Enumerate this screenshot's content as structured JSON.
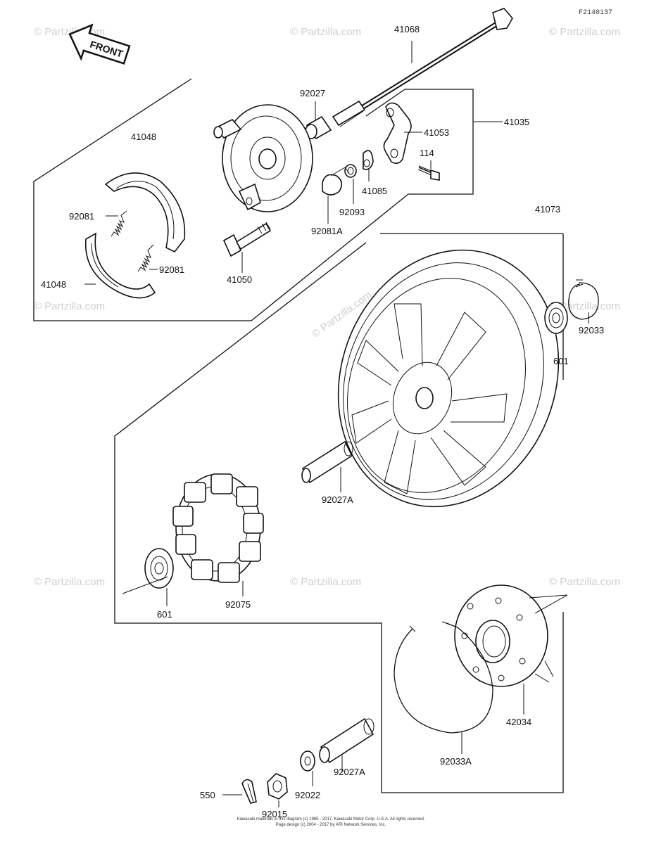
{
  "diagram_code": "F2140137",
  "front_label": "FRONT",
  "watermark": "© Partzilla.com",
  "copyright_line1": "Kawasaki materials in this diagram (c) 1985 - 2017, Kawasaki Motor Corp. U.S.A. All rights reserved.",
  "copyright_line2": "Page design (c) 2004 - 2017 by ARI Network Services, Inc.",
  "labels": {
    "p41068": "41068",
    "p92027": "92027",
    "p41035": "41035",
    "p41053": "41053",
    "p114": "114",
    "p41048_top": "41048",
    "p41085": "41085",
    "p92093": "92093",
    "p92081A": "92081A",
    "p92081_a": "92081",
    "p92081_b": "92081",
    "p41048_bottom": "41048",
    "p41050": "41050",
    "p41073": "41073",
    "p92033": "92033",
    "p601_right": "601",
    "p92027A_mid": "92027A",
    "p601_left": "601",
    "p92075": "92075",
    "p42034": "42034",
    "p92033A": "92033A",
    "p92027A_bottom": "92027A",
    "p550": "550",
    "p92022": "92022",
    "p92015": "92015"
  }
}
